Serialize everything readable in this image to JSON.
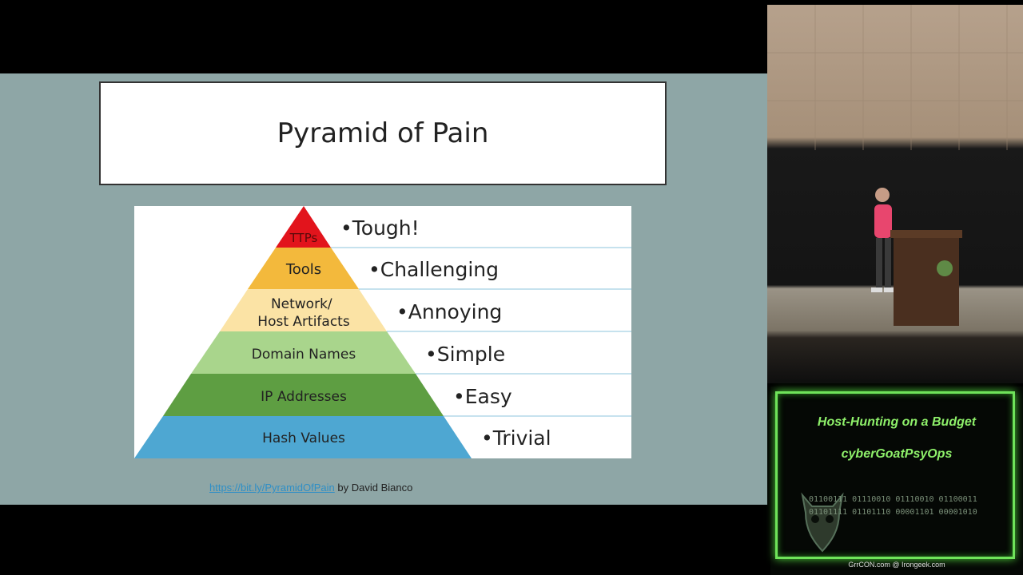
{
  "slide": {
    "title": "Pyramid of Pain",
    "pyramid": {
      "levels": [
        {
          "label": "TTPs",
          "difficulty": "•Tough!",
          "color": "#e2141c"
        },
        {
          "label": "Tools",
          "difficulty": "•Challenging",
          "color": "#f3b93c"
        },
        {
          "label": "Network/ Host Artifacts",
          "difficulty": "•Annoying",
          "color": "#fbe3a5"
        },
        {
          "label": "Domain Names",
          "difficulty": "•Simple",
          "color": "#a9d58c"
        },
        {
          "label": "IP Addresses",
          "difficulty": "•Easy",
          "color": "#5e9e42"
        },
        {
          "label": "Hash Values",
          "difficulty": "•Trivial",
          "color": "#4ea7d2"
        }
      ]
    },
    "credit_link": "https://bit.ly/PyramidOfPain",
    "credit_text": "by David Bianco"
  },
  "banner": {
    "talk_title": "Host-Hunting on a Budget",
    "speaker": "cyberGoatPsyOps",
    "binary_line1": "01100111 01110010 01110010 01100011",
    "binary_line2": "01101111 01101110 00001101 00001010",
    "footer": "GrrCON.com @ Irongeek.com",
    "accent": "#6fe35a"
  }
}
